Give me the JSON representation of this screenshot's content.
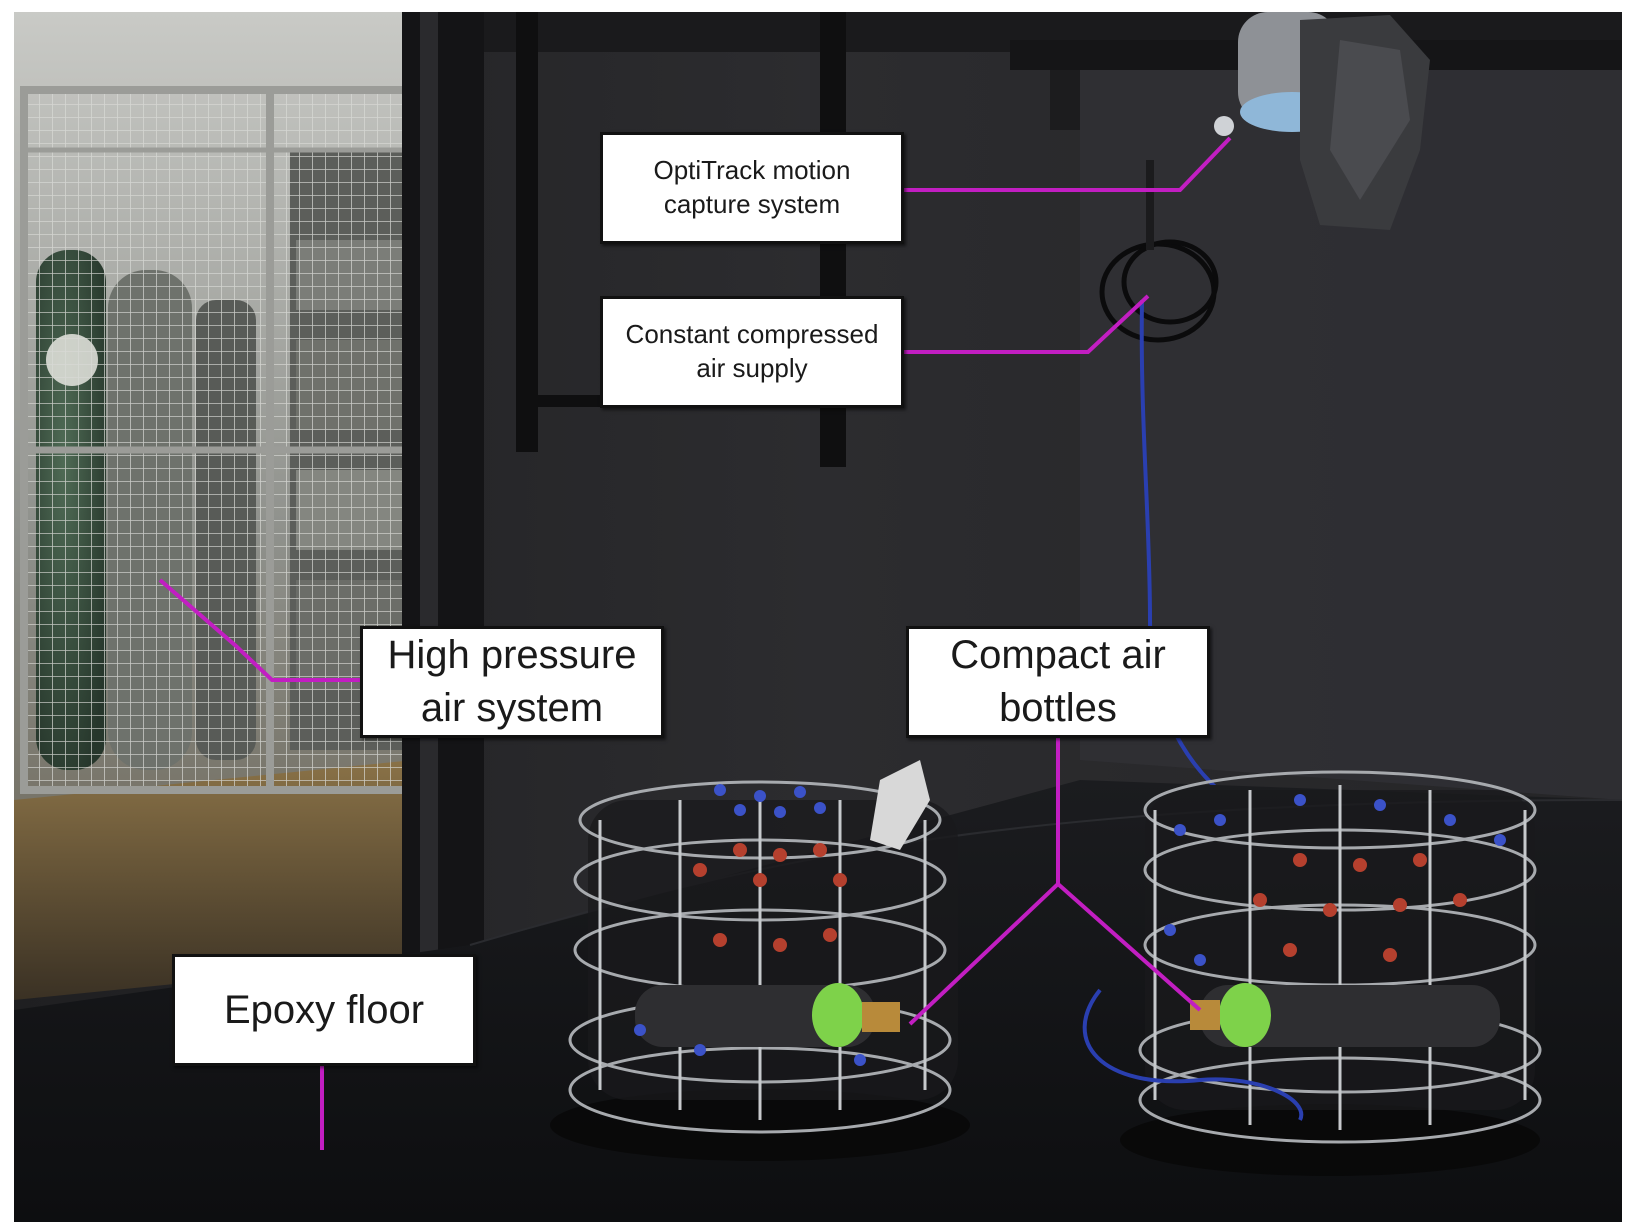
{
  "photo": {
    "subject": "Laboratory test bed with two free-floating robot platforms",
    "colors": {
      "callout_line": "#c21ec2",
      "wall": "#2b2b2e",
      "floor": "#141517",
      "hose": "#2a3fb0"
    }
  },
  "callouts": {
    "optitrack": "OptiTrack motion\ncapture system",
    "air_supply": "Constant compressed\nair supply",
    "high_pressure": "High pressure\nair system",
    "compact_bottles": "Compact air\nbottles",
    "epoxy_floor": "Epoxy floor"
  }
}
